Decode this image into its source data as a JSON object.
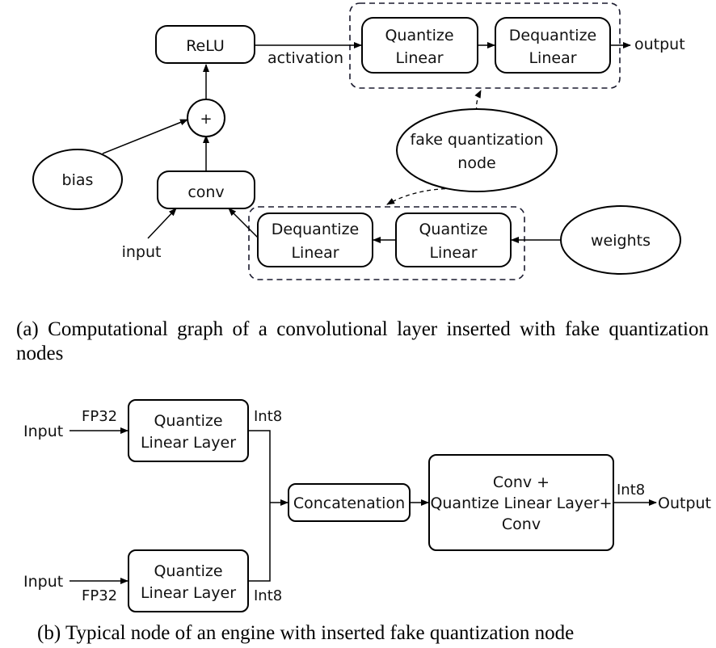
{
  "diagram_a": {
    "relu": "ReLU",
    "plus": "+",
    "conv": "conv",
    "bias": "bias",
    "input": "input",
    "activation": "activation",
    "output": "output",
    "fake_quant_node": [
      "fake quantization",
      "node"
    ],
    "weights": "weights",
    "top_quantize": [
      "Quantize",
      "Linear"
    ],
    "top_dequantize": [
      "Dequantize",
      "Linear"
    ],
    "bottom_dequantize": [
      "Dequantize",
      "Linear"
    ],
    "bottom_quantize": [
      "Quantize",
      "Linear"
    ],
    "caption": "(a) Computational graph of a convolutional layer inserted with fake quantization nodes"
  },
  "diagram_b": {
    "input_top": "Input",
    "input_bottom": "Input",
    "fp32_top": "FP32",
    "fp32_bottom": "FP32",
    "quant_layer_top": [
      "Quantize",
      "Linear Layer"
    ],
    "quant_layer_bottom": [
      "Quantize",
      "Linear Layer"
    ],
    "int8_top": "Int8",
    "int8_bottom": "Int8",
    "int8_out": "Int8",
    "concatenation": "Concatenation",
    "conv_block": [
      "Conv +",
      "Quantize Linear Layer+",
      "Conv"
    ],
    "output": "Output",
    "caption": "(b) Typical node of an engine with inserted fake quantization node"
  },
  "colors": {
    "stroke": "#000000",
    "dash_box": "#1a1a2e",
    "text": "#111111"
  }
}
